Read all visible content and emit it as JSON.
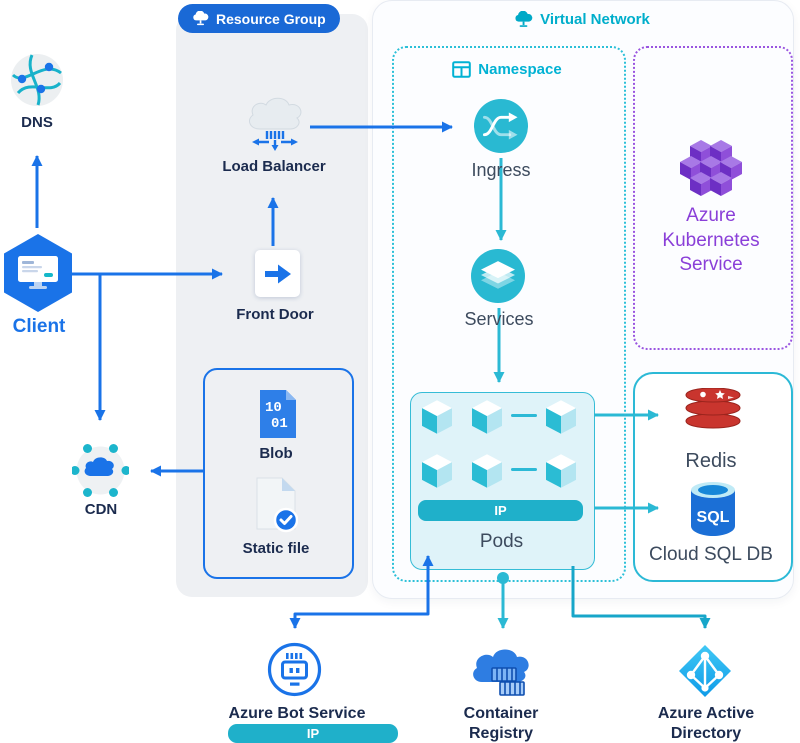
{
  "badges": {
    "resource_group": "Resource Group",
    "virtual_network": "Virtual Network",
    "namespace": "Namespace"
  },
  "left_flow": {
    "dns": "DNS",
    "client": "Client",
    "cdn": "CDN"
  },
  "resource_group": {
    "load_balancer": "Load Balancer",
    "front_door": "Front Door",
    "blob": "Blob",
    "static_file": "Static file",
    "blob_glyph_line1": "10",
    "blob_glyph_line2": "01"
  },
  "kubernetes": {
    "ingress": "Ingress",
    "services": "Services",
    "pods": "Pods",
    "pods_ip": "IP",
    "aks": "Azure Kubernetes Service"
  },
  "data_stores": {
    "redis": "Redis",
    "cloud_sql": "Cloud SQL DB",
    "sql_glyph": "SQL"
  },
  "bottom": {
    "bot_service": "Azure Bot Service",
    "bot_ip": "IP",
    "container_registry": "Container Registry",
    "active_directory": "Azure Active Directory"
  },
  "colors": {
    "accent_blue": "#1a73e8",
    "badge_blue": "#1a69d6",
    "teal": "#2bb9d4",
    "cyan_dark": "#17a6c9",
    "purple": "#8b44d9",
    "navy_label": "#1b2b4e",
    "gray_label": "#3d4b5e",
    "redis_red": "#c9352e",
    "panel_gray": "#eef0f3",
    "pods_fill": "#dff3f9"
  }
}
